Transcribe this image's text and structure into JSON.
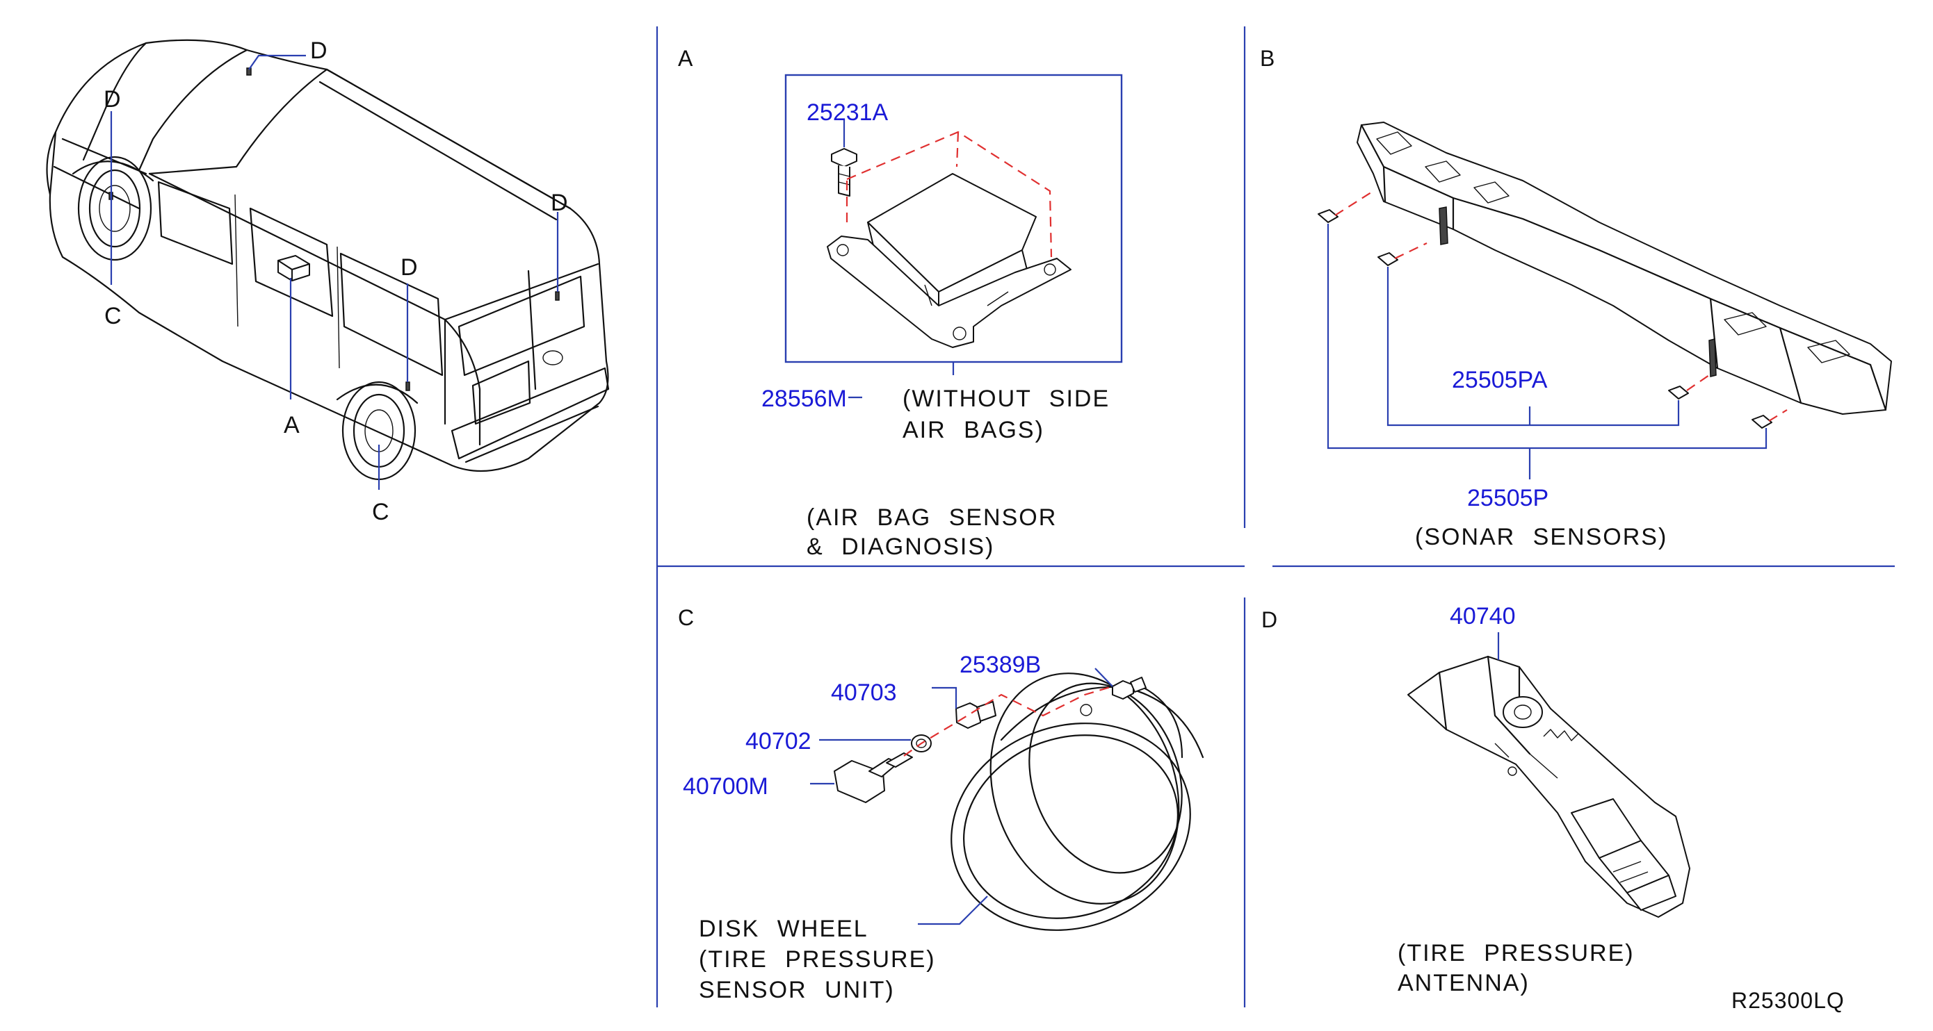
{
  "colors": {
    "part_number": "#1a1ad6",
    "leader": "#2a3fb0",
    "dashed": "#e03030",
    "ink": "#111111"
  },
  "overview": {
    "labels": [
      "D",
      "D",
      "D",
      "D",
      "C",
      "A",
      "C"
    ]
  },
  "sections": {
    "A": {
      "letter": "A",
      "parts": [
        "25231A",
        "28556M"
      ],
      "note": [
        "(WITHOUT  SIDE",
        "AIR  BAGS)"
      ],
      "caption": [
        "(AIR  BAG  SENSOR",
        "& DIAGNOSIS)"
      ]
    },
    "B": {
      "letter": "B",
      "parts": [
        "25505PA",
        "25505P"
      ],
      "caption": [
        "(SONAR  SENSORS)"
      ]
    },
    "C": {
      "letter": "C",
      "parts": [
        "25389B",
        "40703",
        "40702",
        "40700M"
      ],
      "caption": [
        "DISK  WHEEL",
        "(TIRE  PRESSURE)",
        "SENSOR  UNIT)"
      ]
    },
    "D": {
      "letter": "D",
      "parts": [
        "40740"
      ],
      "caption": [
        "(TIRE  PRESSURE)",
        "ANTENNA)"
      ]
    }
  },
  "drawing_code": "R25300LQ"
}
